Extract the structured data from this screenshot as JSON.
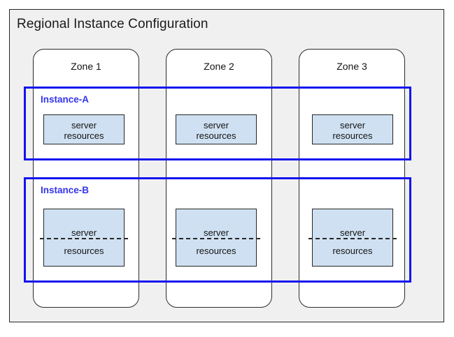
{
  "diagram": {
    "title": "Regional Instance Configuration",
    "accent_blue": "#3333ee",
    "band_blue": "#1414f0",
    "resource_fill": "#cfe0f2",
    "region_fill": "#f0f0f0",
    "zones": [
      {
        "label": "Zone 1"
      },
      {
        "label": "Zone 2"
      },
      {
        "label": "Zone 3"
      }
    ],
    "instances": [
      {
        "label": "Instance-A",
        "split": false,
        "resources": [
          {
            "line1": "server",
            "line2": "resources"
          },
          {
            "line1": "server",
            "line2": "resources"
          },
          {
            "line1": "server",
            "line2": "resources"
          }
        ]
      },
      {
        "label": "Instance-B",
        "split": true,
        "resources": [
          {
            "line1": "server",
            "line2": "resources"
          },
          {
            "line1": "server",
            "line2": "resources"
          },
          {
            "line1": "server",
            "line2": "resources"
          }
        ]
      }
    ]
  }
}
